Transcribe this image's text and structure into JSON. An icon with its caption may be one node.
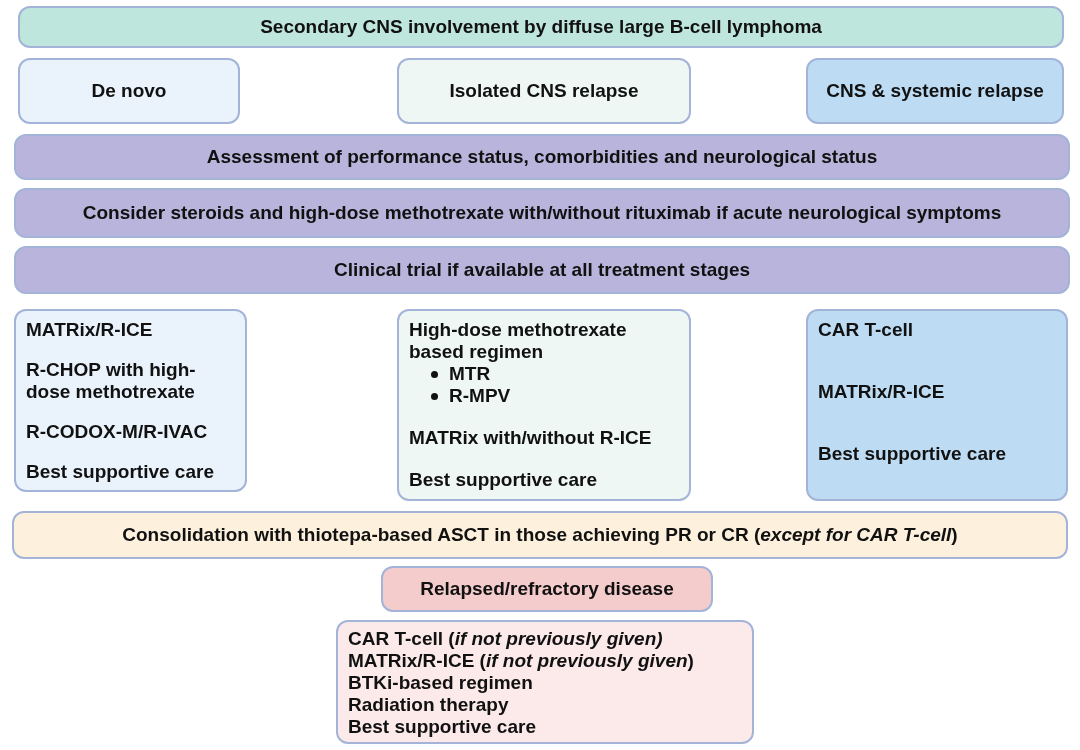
{
  "diagram": {
    "nodes": [
      {
        "text": [
          "Secondary CNS involvement by diffuse large B-cell lymphoma"
        ]
      },
      {
        "text": [
          "De novo"
        ]
      },
      {
        "text": [
          "Isolated CNS relapse"
        ]
      },
      {
        "text": [
          "CNS & systemic relapse"
        ]
      },
      {
        "text": [
          "Assessment of performance status, comorbidities and neurological status"
        ]
      },
      {
        "text": [
          "Consider steroids and high-dose methotrexate with/without rituximab if acute neurological symptoms"
        ]
      },
      {
        "text": [
          "Clinical trial if available at all treatment stages"
        ]
      },
      {
        "text": [
          "MATRix/R-ICE",
          "R-CHOP with high-dose methotrexate",
          "R-CODOX-M/R-IVAC",
          "Best supportive care"
        ]
      },
      {
        "text": [
          "High-dose methotrexate based regimen",
          "MTR",
          "R-MPV",
          "MATRix with/without R-ICE",
          "Best supportive care"
        ]
      },
      {
        "text": [
          "CAR T-cell",
          "MATRix/R-ICE",
          "Best supportive care"
        ]
      },
      {
        "text": [
          "Consolidation with thiotepa-based ASCT in those achieving PR or CR (*except for CAR T-cell*)"
        ]
      },
      {
        "text": [
          "Relapsed/refractory disease"
        ]
      },
      {
        "text": [
          "CAR T-cell (*if not previously given)*",
          "MATRix/R-ICE (*if not previously given*)",
          "BTKi-based regimen",
          "Radiation therapy",
          "Best supportive care"
        ]
      }
    ],
    "edges": []
  }
}
